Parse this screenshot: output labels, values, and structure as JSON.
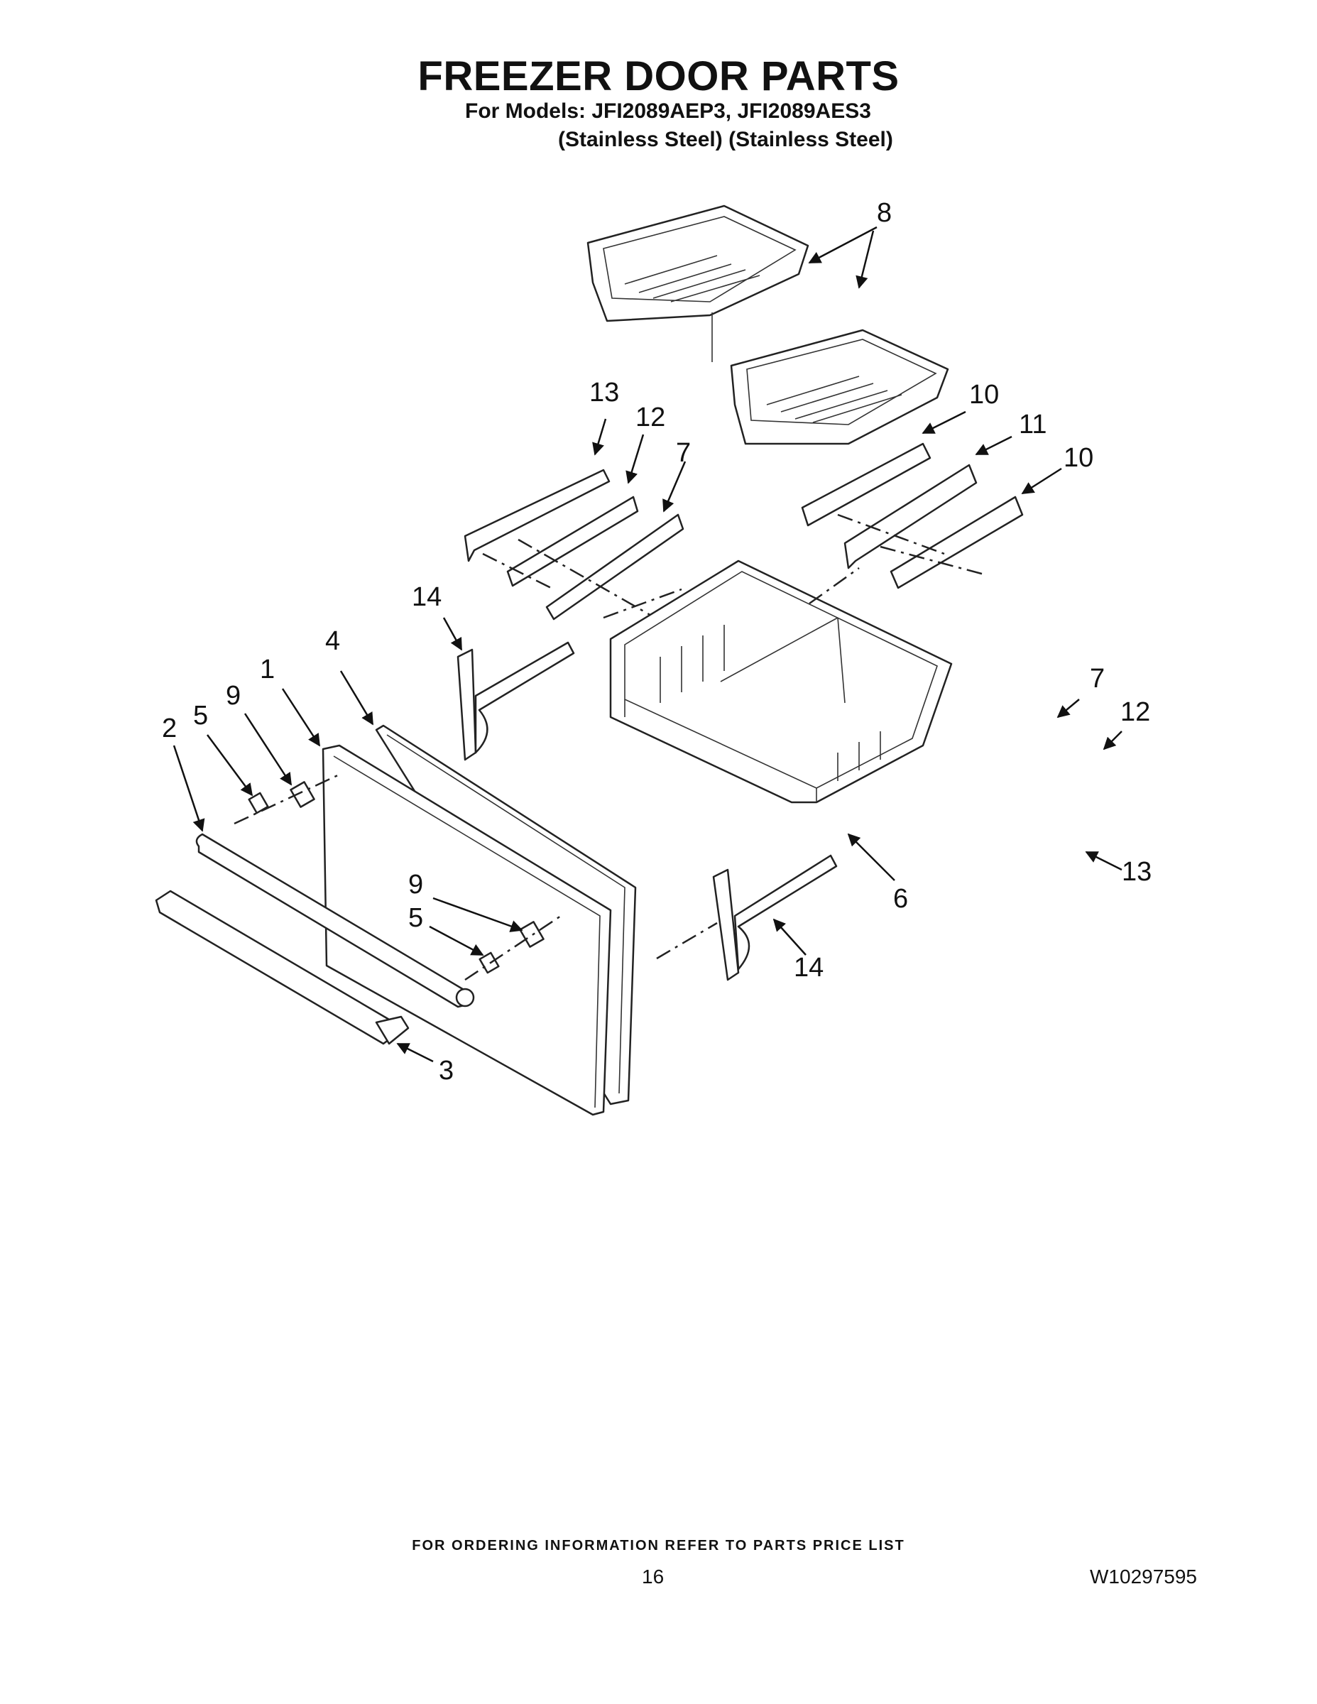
{
  "header": {
    "title": "FREEZER DOOR PARTS",
    "models_line": "For Models: JFI2089AEP3, JFI2089AES3",
    "finish_line": "(Stainless Steel) (Stainless Steel)"
  },
  "callouts": [
    "8",
    "13",
    "12",
    "7",
    "10",
    "11",
    "10",
    "14",
    "4",
    "1",
    "5",
    "9",
    "2",
    "7",
    "12",
    "6",
    "13",
    "9",
    "5",
    "14",
    "3"
  ],
  "footer": {
    "ordering_note": "FOR ORDERING INFORMATION REFER TO PARTS PRICE LIST",
    "page_number": "16",
    "document_number": "W10297595"
  }
}
